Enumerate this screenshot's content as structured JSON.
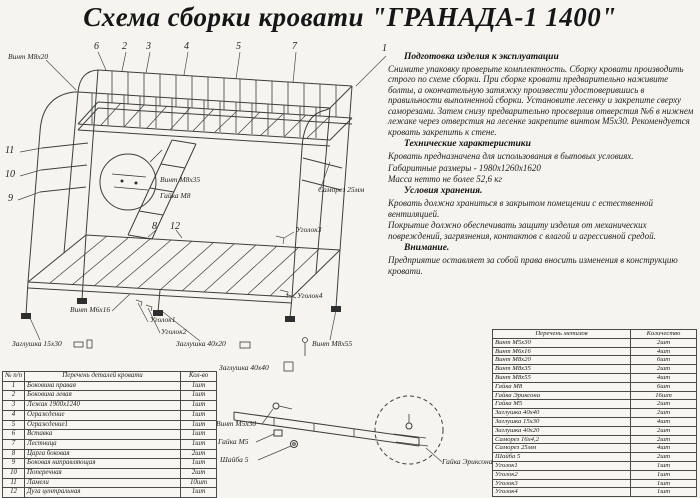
{
  "title": "Схема сборки кровати \"ГРАНАДА-1 1400\"",
  "instructions": {
    "prep_heading": "Подготовка изделия к эксплуатации",
    "prep_text": "Снимите упаковку проверьте комплектность. Сборку кровати производить строго по схеме сборки. При сборке кровати предварительно наживите болты, а окончательную затяжку произвести удостоверившись в правильности выполненной сборки. Установите лесенку и закрепите сверху саморезами. Затем снизу предварительно просверлив отверстия №6 в нижнем лежаке через отверстия на лесенке закрепите винтом М5х30. Рекомендуется кровать закрепить к стене.",
    "tech_heading": "Технические характеристики",
    "tech_text": "Кровать предназначена для использования в бытовых условиях.",
    "dimensions": "Габаритные размеры - 1980х1260х1620",
    "weight": "Масса нетто не более 52,6 кг",
    "storage_heading": "Условия хранения.",
    "storage_text1": "Кровать должна храниться в закрытом помещении с естественной вентиляцией.",
    "storage_text2": "Покрытие должно обеспечивать защиту изделия от механических повреждений, загрязнения, контактов с влагой и агрессивной средой.",
    "attention_heading": "Внимание.",
    "attention_text": "Предприятие оставляет за собой права вносить изменения в конструкцию кровати."
  },
  "drawing": {
    "labels": {
      "vint_m8x20": "Винт М8х20",
      "n6": "6",
      "n2": "2",
      "n3": "3",
      "n4": "4",
      "n5": "5",
      "n7": "7",
      "n1": "1",
      "n11": "11",
      "n10": "10",
      "n9": "9",
      "vint_m8x35": "Винт М8х35",
      "gaika_m8": "Гайка М8",
      "samorez_25": "Саморез 25мм",
      "ugolok3": "Уголок3",
      "n8": "8",
      "n12": "12",
      "ugolok4": "Уголок4",
      "vint_m6x16": "Винт М6х16",
      "ugolok1": "Уголок1",
      "ugolok2": "Уголок2",
      "zaglushka_15x30": "Заглушка 15х30",
      "zaglushka_40x20": "Заглушка 40х20",
      "vint_m8x55": "Винт М8х55",
      "zaglushka_40x40": "Заглушка 40х40"
    }
  },
  "detail": {
    "labels": {
      "vint_m5x30": "Винт М5х30",
      "gaika_m5": "Гайка М5",
      "shaiba_5": "Шайба 5",
      "gaika_eriksona": "Гайка Эриксона"
    }
  },
  "parts_table": {
    "headers": [
      "№ п/п",
      "Перечень деталей кровати",
      "Кол-во"
    ],
    "rows": [
      {
        "num": "1",
        "name": "Боковина правая",
        "qty": "1шт"
      },
      {
        "num": "2",
        "name": "Боковина левая",
        "qty": "1шт"
      },
      {
        "num": "3",
        "name": "Лежак 1900х1240",
        "qty": "1шт"
      },
      {
        "num": "4",
        "name": "Ограждение",
        "qty": "1шт"
      },
      {
        "num": "5",
        "name": "Ограждение1",
        "qty": "1шт"
      },
      {
        "num": "6",
        "name": "Вставка",
        "qty": "1шт"
      },
      {
        "num": "7",
        "name": "Лестница",
        "qty": "1шт"
      },
      {
        "num": "8",
        "name": "Царга боковая",
        "qty": "2шт"
      },
      {
        "num": "9",
        "name": "Боковая направляющая",
        "qty": "1шт"
      },
      {
        "num": "10",
        "name": "Поперечная",
        "qty": "2шт"
      },
      {
        "num": "11",
        "name": "Ламели",
        "qty": "10шт"
      },
      {
        "num": "12",
        "name": "Дуга центральная",
        "qty": "1шт"
      }
    ]
  },
  "hardware_table": {
    "headers": [
      "Перечень метизов",
      "Количество"
    ],
    "rows": [
      {
        "name": "Винт М5х30",
        "qty": "2шт"
      },
      {
        "name": "Винт М6х16",
        "qty": "4шт"
      },
      {
        "name": "Винт М8х20",
        "qty": "6шт"
      },
      {
        "name": "Винт М8х35",
        "qty": "2шт"
      },
      {
        "name": "Винт М8х55",
        "qty": "4шт"
      },
      {
        "name": "Гайка М8",
        "qty": "6шт"
      },
      {
        "name": "Гайка Эриксона",
        "qty": "16шт"
      },
      {
        "name": "Гайка М5",
        "qty": "2шт"
      },
      {
        "name": "Заглушка 40х40",
        "qty": "2шт"
      },
      {
        "name": "Заглушка 15х30",
        "qty": "4шт"
      },
      {
        "name": "Заглушка 40х20",
        "qty": "2шт"
      },
      {
        "name": "Саморез 16х4,2",
        "qty": "2шт"
      },
      {
        "name": "Саморез 25мм",
        "qty": "4шт"
      },
      {
        "name": "Шайба 5",
        "qty": "2шт"
      },
      {
        "name": "Уголок1",
        "qty": "1шт"
      },
      {
        "name": "Уголок2",
        "qty": "1шт"
      },
      {
        "name": "Уголок3",
        "qty": "1шт"
      },
      {
        "name": "Уголок4",
        "qty": "1шт"
      }
    ]
  }
}
